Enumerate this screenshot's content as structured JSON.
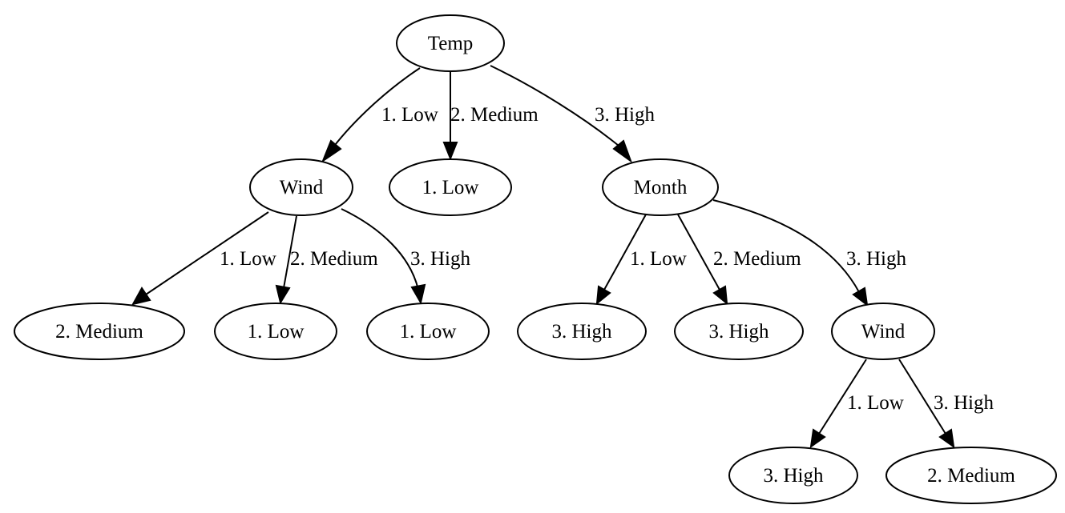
{
  "nodes": {
    "temp": "Temp",
    "wind_1": "Wind",
    "leaf_low_1": "1. Low",
    "month": "Month",
    "leaf_medium_1": "2. Medium",
    "leaf_low_2": "1. Low",
    "leaf_low_3": "1. Low",
    "leaf_high_1": "3. High",
    "leaf_high_2": "3. High",
    "wind_2": "Wind",
    "leaf_high_3": "3. High",
    "leaf_medium_2": "2. Medium"
  },
  "edges": {
    "temp_to_wind_1": "1. Low",
    "temp_to_leaf_low_1": "2. Medium",
    "temp_to_month": "3. High",
    "wind_1_to_leaf_medium_1": "1. Low",
    "wind_1_to_leaf_low_2": "2. Medium",
    "wind_1_to_leaf_low_3": "3. High",
    "month_to_leaf_high_1": "1. Low",
    "month_to_leaf_high_2": "2. Medium",
    "month_to_wind_2": "3. High",
    "wind_2_to_leaf_high_3": "1. Low",
    "wind_2_to_leaf_medium_2": "3. High"
  }
}
